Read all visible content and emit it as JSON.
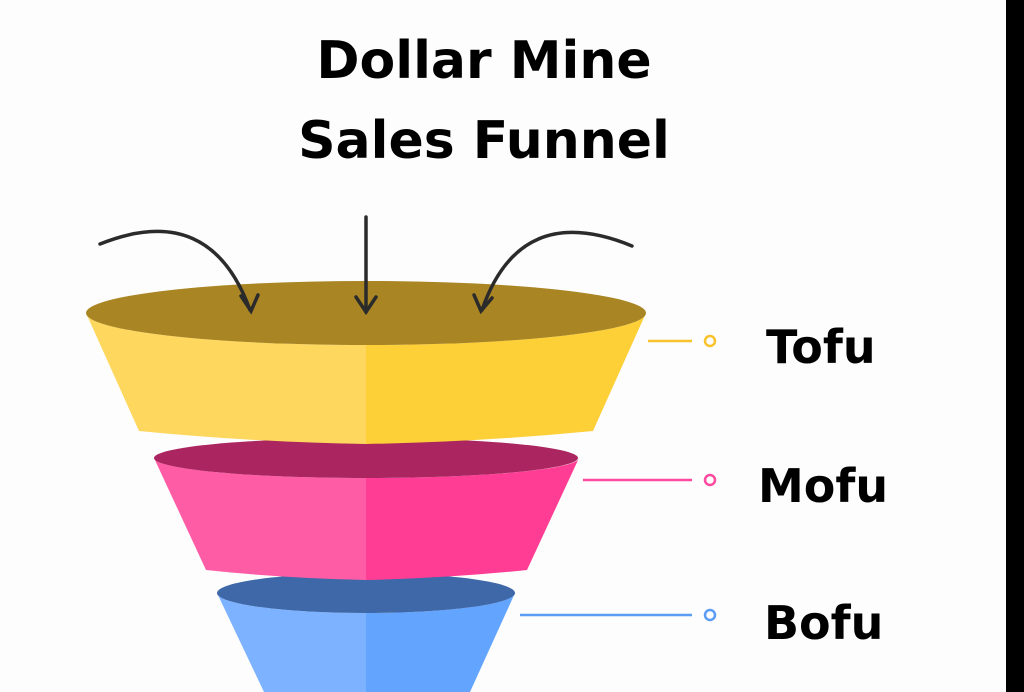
{
  "title": {
    "line1": "Dollar Mine",
    "line2": "Sales Funnel"
  },
  "stages": [
    {
      "label": "Tofu",
      "color": "#fdd037",
      "light": "#fdd75e",
      "top": "#a98524",
      "accent": "#f5c542"
    },
    {
      "label": "Mofu",
      "color": "#ff3d95",
      "light": "#ff5ca6",
      "top": "#ab2660",
      "accent": "#ff4aa0"
    },
    {
      "label": "Bofu",
      "color": "#62a4fe",
      "light": "#7cb2ff",
      "top": "#3f68a8",
      "accent": "#63a2f5"
    }
  ]
}
